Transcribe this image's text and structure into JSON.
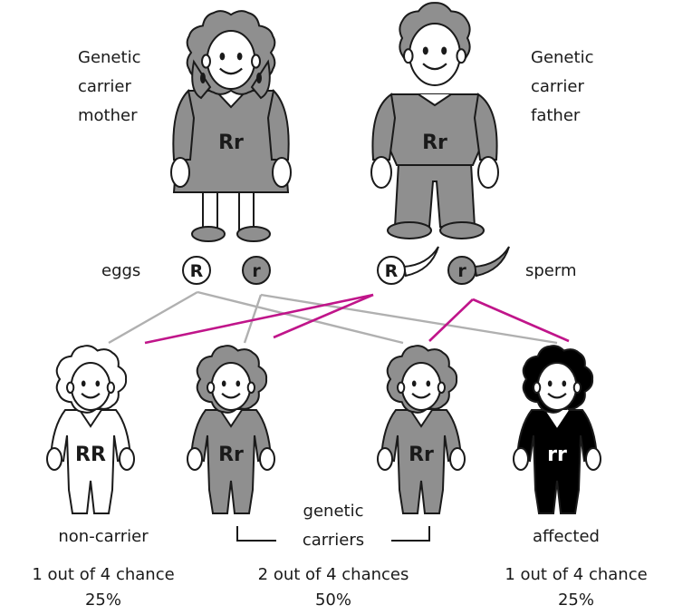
{
  "colors": {
    "carrier_fill": "#8f8f8f",
    "affected_fill": "#000000",
    "noncarrier_fill": "#ffffff",
    "outline": "#1a1a1a",
    "egg_line": "#b0b0b0",
    "sperm_line": "#c0158a"
  },
  "parents": {
    "mother": {
      "label_lines": [
        "Genetic",
        "carrier",
        "mother"
      ],
      "genotype": "Rr"
    },
    "father": {
      "label_lines": [
        "Genetic",
        "carrier",
        "father"
      ],
      "genotype": "Rr"
    }
  },
  "gametes": {
    "eggs_label": "eggs",
    "sperm_label": "sperm",
    "eggs": [
      "R",
      "r"
    ],
    "sperm": [
      "R",
      "r"
    ]
  },
  "children": [
    {
      "genotype": "RR",
      "status": "non-carrier"
    },
    {
      "genotype": "Rr",
      "status": "carrier"
    },
    {
      "genotype": "Rr",
      "status": "carrier"
    },
    {
      "genotype": "rr",
      "status": "affected"
    }
  ],
  "labels": {
    "non_carrier": "non-carrier",
    "genetic_carriers_line1": "genetic",
    "genetic_carriers_line2": "carriers",
    "affected": "affected",
    "chance_left": "1 out of 4 chance",
    "chance_middle": "2 out of 4 chances",
    "chance_right": "1 out of 4 chance",
    "percent_left": "25%",
    "percent_middle": "50%",
    "percent_right": "25%"
  }
}
